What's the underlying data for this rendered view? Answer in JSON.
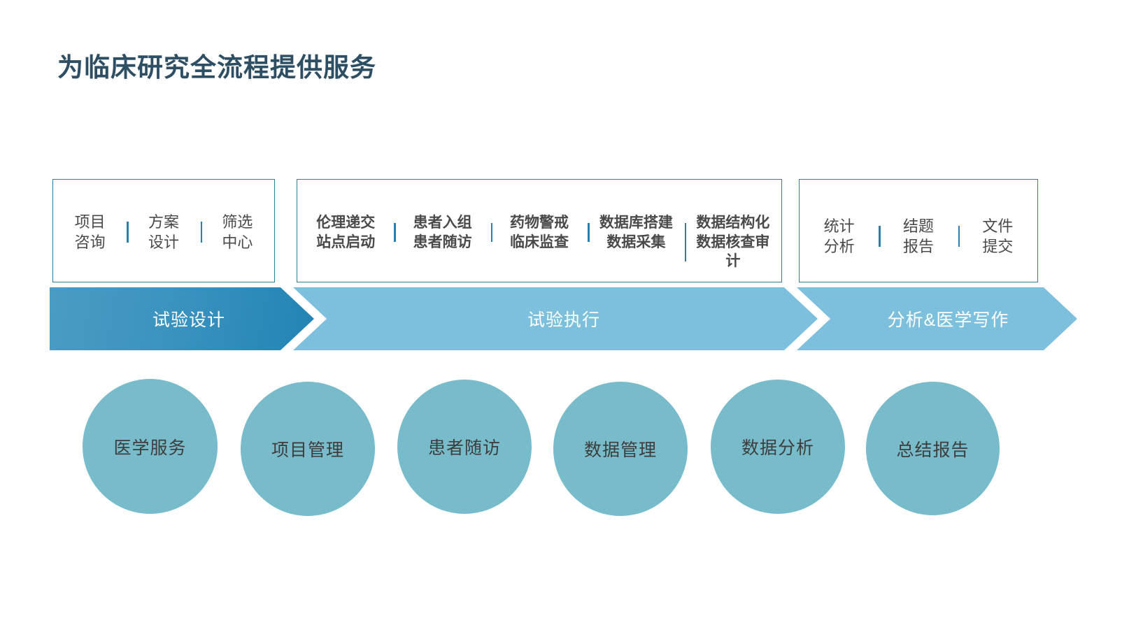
{
  "slide": {
    "title": "为临床研究全流程提供服务",
    "title_color": "#2e4f63",
    "background": "#ffffff"
  },
  "colors": {
    "box_border": "#2e7fa3",
    "box_divider": "#2980ab",
    "box_text": "#4a4a4a",
    "chevron_active": "#2284b4",
    "chevron_default": "#7dc0dd",
    "chevron_text": "#ffffff",
    "circle_fill": "#78bccb",
    "circle_text": "#3d3d3d"
  },
  "stages": [
    {
      "id": "stage-design",
      "chevron_label": "试验设计",
      "highlighted": true,
      "items": [
        {
          "lines": "项目\n咨询"
        },
        {
          "lines": "方案\n设计"
        },
        {
          "lines": "筛选\n中心"
        }
      ]
    },
    {
      "id": "stage-execution",
      "chevron_label": "试验执行",
      "highlighted": false,
      "items": [
        {
          "lines": "伦理递交\n站点启动"
        },
        {
          "lines": "患者入组\n患者随访"
        },
        {
          "lines": "药物警戒\n临床监查"
        },
        {
          "lines": "数据库搭建\n数据采集"
        },
        {
          "lines": "数据结构化\n数据核查审计"
        }
      ]
    },
    {
      "id": "stage-analysis",
      "chevron_label": "分析&医学写作",
      "highlighted": false,
      "items": [
        {
          "lines": "统计\n分析"
        },
        {
          "lines": "结题\n报告"
        },
        {
          "lines": "文件\n提交"
        }
      ]
    }
  ],
  "service_circles": [
    {
      "label": "医学服务"
    },
    {
      "label": "项目管理"
    },
    {
      "label": "患者随访"
    },
    {
      "label": "数据管理"
    },
    {
      "label": "数据分析"
    },
    {
      "label": "总结报告"
    }
  ]
}
